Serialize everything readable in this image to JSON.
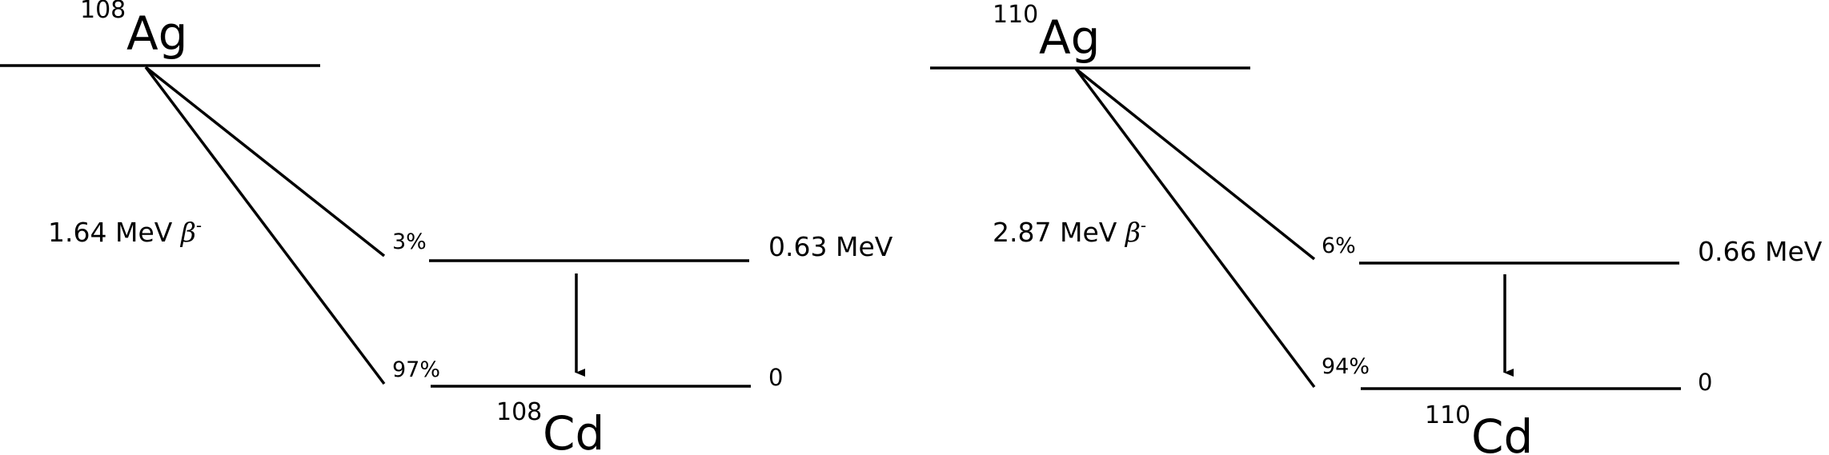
{
  "decays": [
    {
      "parent_mass": "108",
      "parent_symbol": "Ag",
      "daughter_mass": "108",
      "daughter_symbol": "Cd",
      "beta_energy": "1.64 MeV",
      "beta_symbol": "β",
      "beta_sign": "-",
      "branch_excited": "3%",
      "branch_ground": "97%",
      "excited_level_energy": "0.63 MeV",
      "ground_level_energy": "0"
    },
    {
      "parent_mass": "110",
      "parent_symbol": "Ag",
      "daughter_mass": "110",
      "daughter_symbol": "Cd",
      "beta_energy": "2.87 MeV",
      "beta_symbol": "β",
      "beta_sign": "-",
      "branch_excited": "6%",
      "branch_ground": "94%",
      "excited_level_energy": "0.66 MeV",
      "ground_level_energy": "0"
    }
  ]
}
